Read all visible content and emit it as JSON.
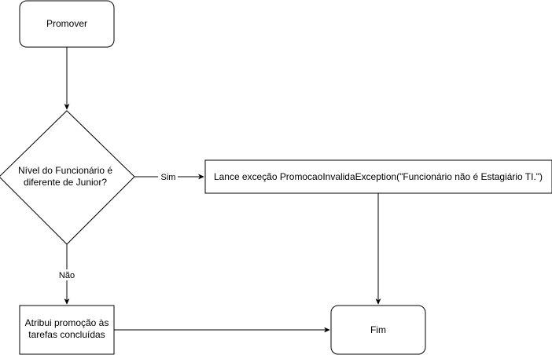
{
  "diagram": {
    "type": "flowchart",
    "stroke_color": "#000000",
    "fill_color": "#ffffff",
    "nodes": {
      "start": {
        "shape": "rounded-rectangle",
        "text": "Promover"
      },
      "decision": {
        "shape": "diamond",
        "line1": "Nível do Funcionário é",
        "line2": "diferente de Junior?"
      },
      "exception": {
        "shape": "rectangle",
        "text": "Lance exceção PromocaoInvalidaException(\"Funcionário não é Estagiário TI.\")"
      },
      "assign": {
        "shape": "rectangle",
        "line1": "Atribui promoção às",
        "line2": "tarefas concluídas"
      },
      "end": {
        "shape": "rounded-rectangle",
        "text": "Fim"
      }
    },
    "edges": {
      "start_to_decision": {
        "from": "start",
        "to": "decision",
        "label": ""
      },
      "decision_to_exception": {
        "from": "decision",
        "to": "exception",
        "label": "Sim"
      },
      "decision_to_assign": {
        "from": "decision",
        "to": "assign",
        "label": "Não"
      },
      "exception_to_end": {
        "from": "exception",
        "to": "end",
        "label": ""
      },
      "assign_to_end": {
        "from": "assign",
        "to": "end",
        "label": ""
      }
    }
  }
}
